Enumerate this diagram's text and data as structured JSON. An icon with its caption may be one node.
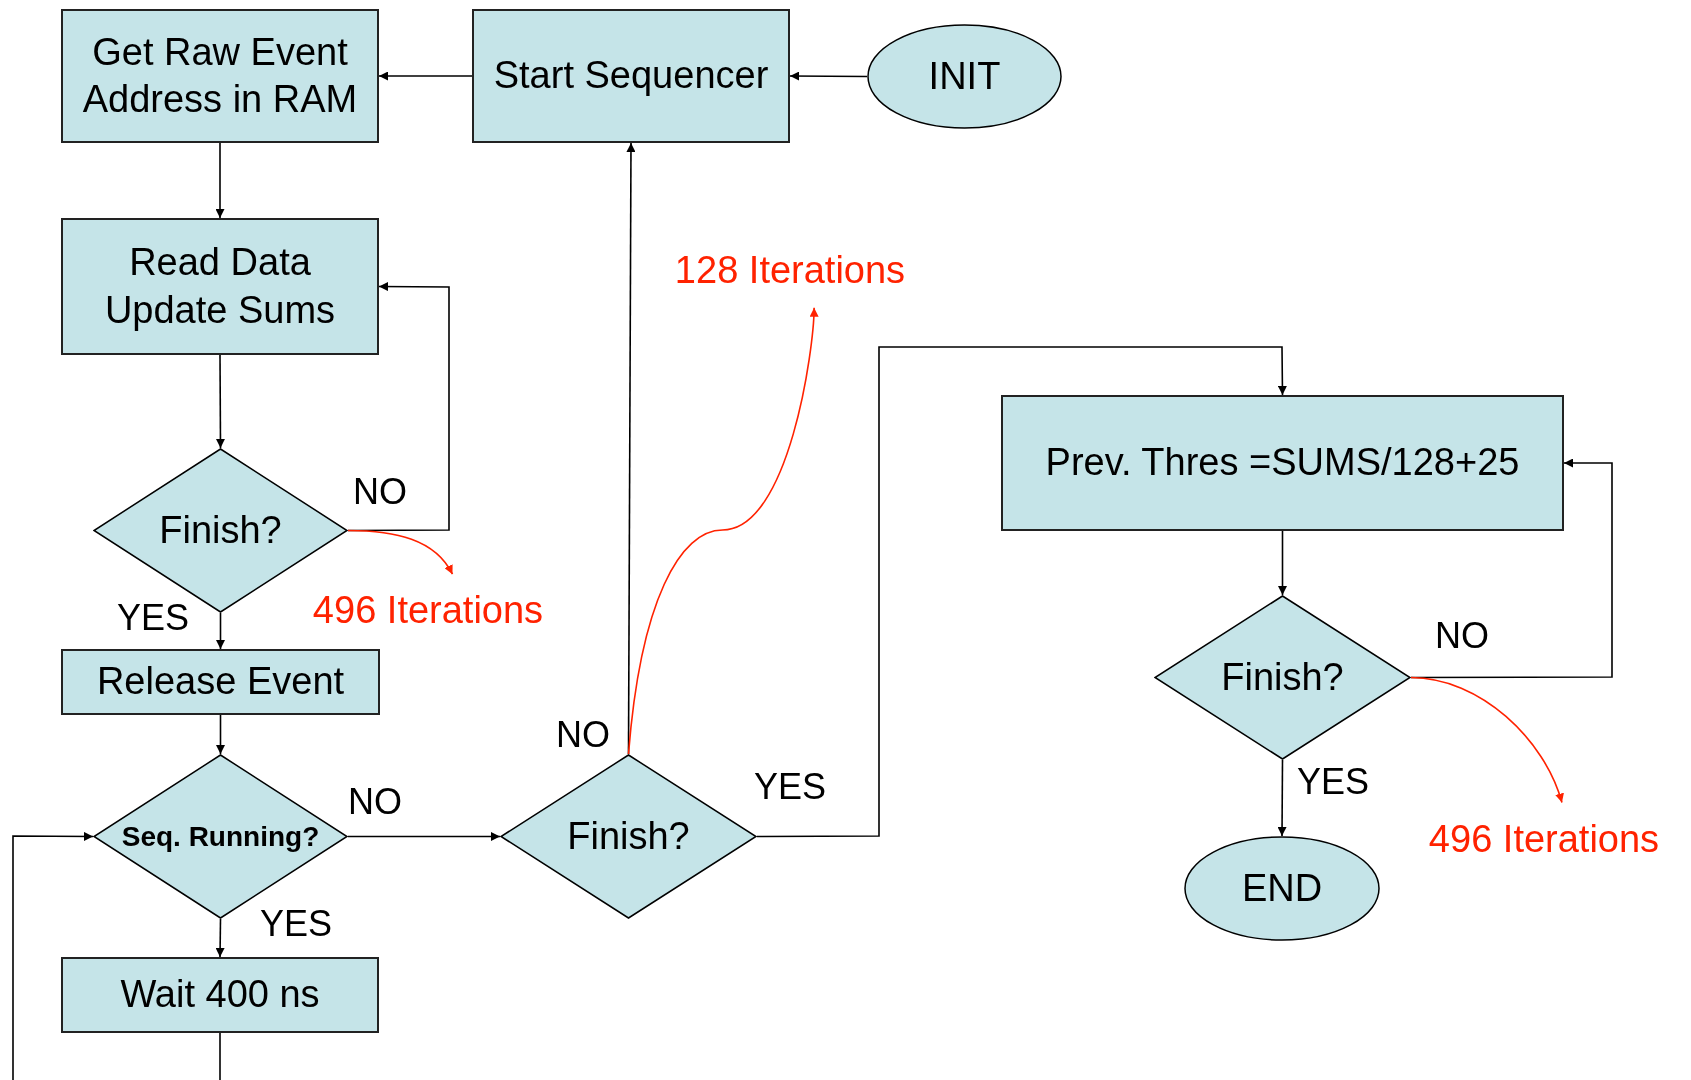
{
  "diagram": {
    "nodes": [
      {
        "text": [
          "Get Raw Event Address in RAM"
        ]
      },
      {
        "text": [
          "Start Sequencer"
        ]
      },
      {
        "text": [
          "INIT"
        ]
      },
      {
        "text": [
          "Read Data Update Sums"
        ]
      },
      {
        "text": [
          "Finish?"
        ]
      },
      {
        "text": [
          "Release Event"
        ]
      },
      {
        "text": [
          "Seq. Running?"
        ]
      },
      {
        "text": [
          "Wait 400 ns"
        ]
      },
      {
        "text": [
          "Finish?"
        ]
      },
      {
        "text": [
          "Prev. Thres =SUMS/128+25"
        ]
      },
      {
        "text": [
          "Finish?"
        ]
      },
      {
        "text": [
          "END"
        ]
      },
      {
        "text": [
          "496 Iterations"
        ]
      },
      {
        "text": [
          "128 Iterations"
        ]
      },
      {
        "text": [
          "496 Iterations"
        ]
      }
    ],
    "edges": [
      {
        "from": 2,
        "to": 1,
        "arrow": "to"
      },
      {
        "from": 1,
        "to": 0,
        "arrow": "to"
      },
      {
        "from": 0,
        "to": 3,
        "arrow": "to"
      },
      {
        "from": 3,
        "to": 4,
        "arrow": "to"
      },
      {
        "from": 4,
        "to": 3,
        "arrow": "to",
        "label": "NO"
      },
      {
        "from": 4,
        "to": 5,
        "arrow": "to",
        "label": "YES"
      },
      {
        "from": 5,
        "to": 6,
        "arrow": "to"
      },
      {
        "from": 6,
        "to": 7,
        "arrow": "to",
        "label": "YES"
      },
      {
        "from": 7,
        "to": null,
        "arrow": "none"
      },
      {
        "from": null,
        "to": 6,
        "arrow": "to"
      },
      {
        "from": 6,
        "to": 8,
        "arrow": "to",
        "label": "NO"
      },
      {
        "from": 8,
        "to": 1,
        "arrow": "to",
        "label": "NO"
      },
      {
        "from": 8,
        "to": 9,
        "arrow": "to",
        "label": "YES"
      },
      {
        "from": 9,
        "to": 10,
        "arrow": "to"
      },
      {
        "from": 10,
        "to": 9,
        "arrow": "to",
        "label": "NO"
      },
      {
        "from": 10,
        "to": 11,
        "arrow": "to",
        "label": "YES"
      },
      {
        "from": 4,
        "to": 12,
        "arrow": "to",
        "color": "#ff2200"
      },
      {
        "from": 8,
        "to": 13,
        "arrow": "to",
        "color": "#ff2200"
      },
      {
        "from": 10,
        "to": 14,
        "arrow": "to",
        "color": "#ff2200"
      }
    ]
  }
}
